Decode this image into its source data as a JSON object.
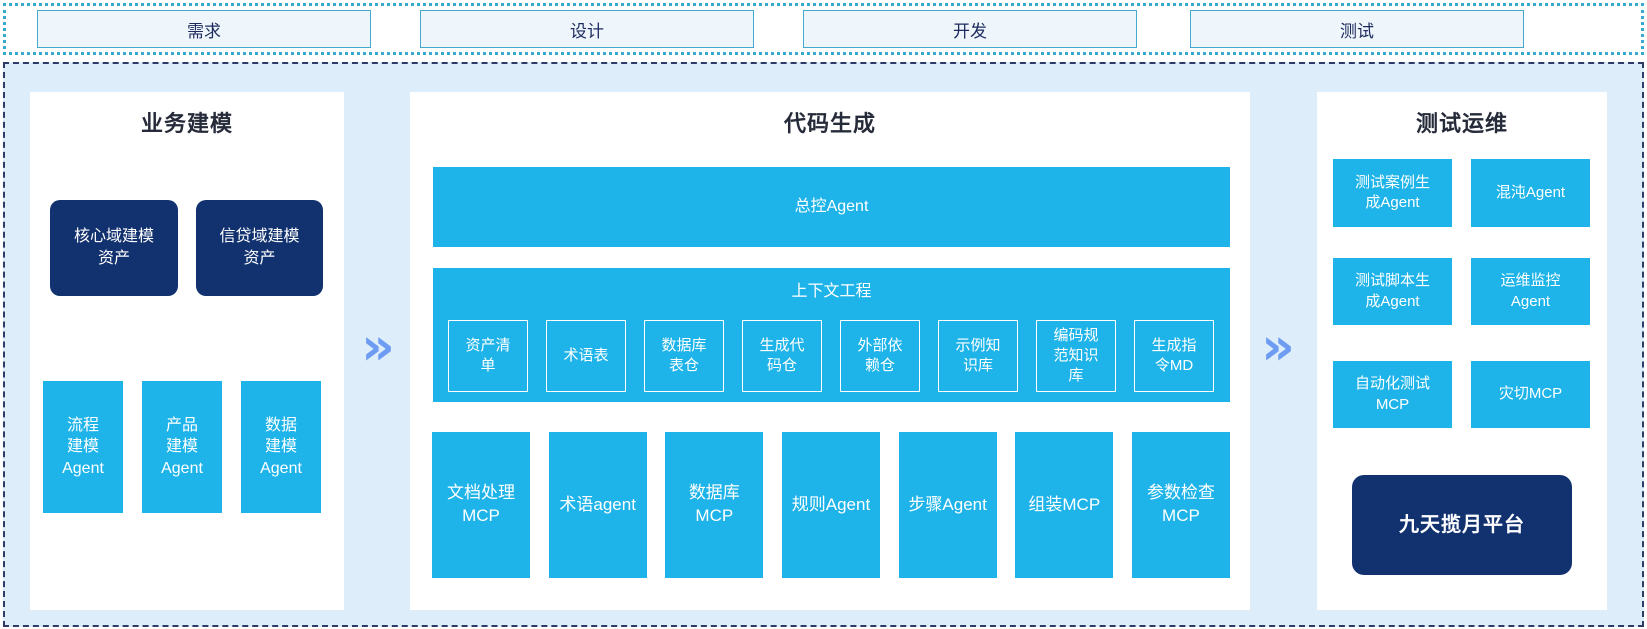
{
  "phases": [
    {
      "label": "需求"
    },
    {
      "label": "设计"
    },
    {
      "label": "开发"
    },
    {
      "label": "测试"
    }
  ],
  "arrow_icon": "»",
  "panels": {
    "business_modeling": {
      "title": "业务建模",
      "assets": [
        "核心域建模\n资产",
        "信贷域建模\n资产"
      ],
      "agents": [
        "流程\n建模\nAgent",
        "产品\n建模\nAgent",
        "数据\n建模\nAgent"
      ]
    },
    "code_generation": {
      "title": "代码生成",
      "master_agent": "总控Agent",
      "context_engineering": {
        "title": "上下文工程",
        "items": [
          "资产清\n单",
          "术语表",
          "数据库\n表仓",
          "生成代\n码仓",
          "外部依\n赖仓",
          "示例知\n识库",
          "编码规\n范知识\n库",
          "生成指\n令MD"
        ]
      },
      "tools": [
        "文档处理\nMCP",
        "术语agent",
        "数据库\nMCP",
        "规则Agent",
        "步骤Agent",
        "组装MCP",
        "参数检查\nMCP"
      ]
    },
    "test_ops": {
      "title": "测试运维",
      "agents": [
        "测试案例生\n成Agent",
        "混沌Agent",
        "测试脚本生\n成Agent",
        "运维监控\nAgent",
        "自动化测试\nMCP",
        "灾切MCP"
      ],
      "platform": "九天揽月平台"
    }
  },
  "colors": {
    "accent_cyan": "#1eb4e9",
    "dark_navy": "#12316f",
    "arrow_blue": "#6d9cf2",
    "band_background": "#ddeefa",
    "tab_fill": "#eef6fb",
    "tab_border": "#44a9cd",
    "dotted_border": "#35a9cf",
    "dashed_border": "#2d3b66"
  }
}
